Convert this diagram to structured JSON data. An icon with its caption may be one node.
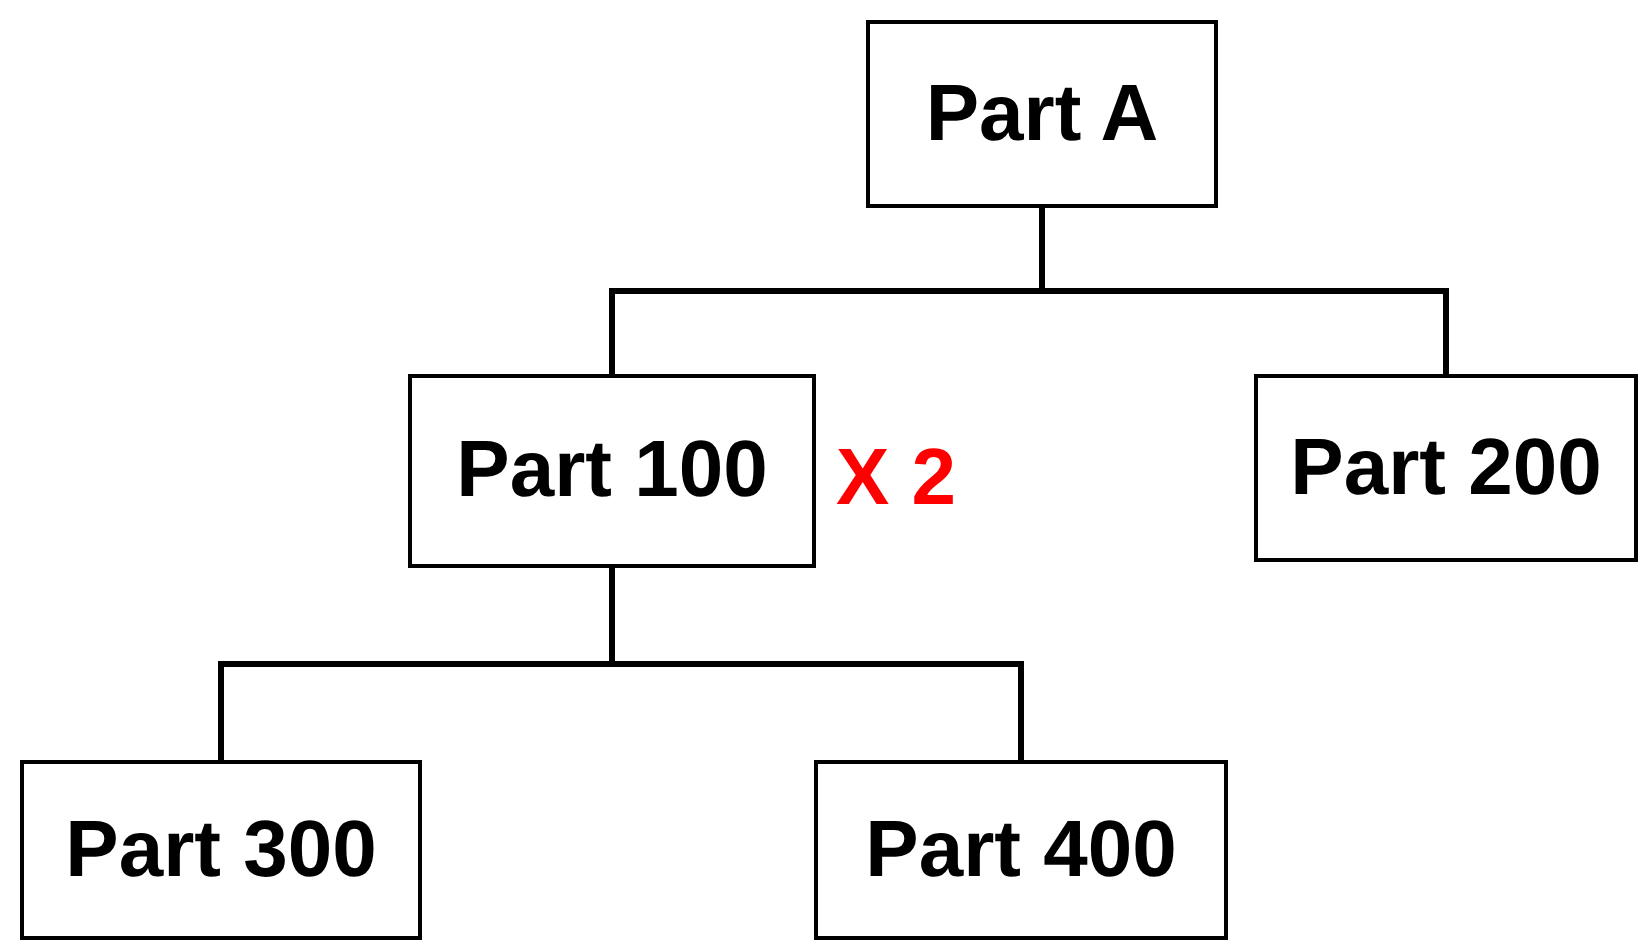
{
  "diagram": {
    "nodes": [
      {
        "text": [
          "Part A"
        ]
      },
      {
        "text": [
          "Part 100"
        ],
        "beside": [
          "X 2"
        ]
      },
      {
        "text": [
          "Part 200"
        ]
      },
      {
        "text": [
          "Part 300"
        ]
      },
      {
        "text": [
          "Part 400"
        ]
      }
    ],
    "edges": [
      {
        "from": 0,
        "to": 1,
        "arrow": "none"
      },
      {
        "from": 0,
        "to": 2,
        "arrow": "none"
      },
      {
        "from": 1,
        "to": 3,
        "arrow": "none"
      },
      {
        "from": 1,
        "to": 4,
        "arrow": "none"
      }
    ]
  }
}
